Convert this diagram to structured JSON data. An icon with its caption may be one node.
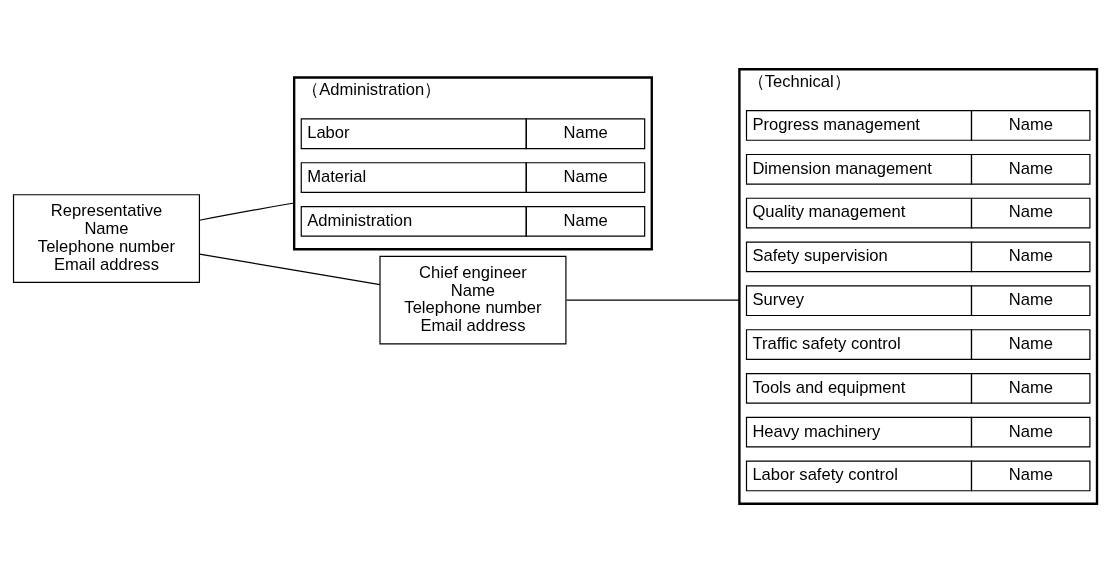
{
  "diagram": {
    "nodes": [
      {
        "text": [
          "Representative",
          "Name",
          "Telephone number",
          "Email address"
        ]
      },
      {
        "text": [
          "（Administration）"
        ]
      },
      {
        "text": [
          "Administration",
          "Name"
        ],
        "in": 1
      },
      {
        "text": [
          "Material",
          "Name"
        ],
        "in": 1
      },
      {
        "text": [
          "Labor",
          "Name"
        ],
        "in": 1
      },
      {
        "text": [
          "Chief engineer",
          "Name",
          "Telephone number",
          "Email address"
        ]
      },
      {
        "text": [
          "（Technical）"
        ]
      },
      {
        "text": [
          "Labor safety control",
          "Name"
        ],
        "in": 6
      },
      {
        "text": [
          "Heavy machinery",
          "Name"
        ],
        "in": 6
      },
      {
        "text": [
          "Tools and equipment",
          "Name"
        ],
        "in": 6
      },
      {
        "text": [
          "Traffic safety control",
          "Name"
        ],
        "in": 6
      },
      {
        "text": [
          "Survey",
          "Name"
        ],
        "in": 6
      },
      {
        "text": [
          "Safety supervision",
          "Name"
        ],
        "in": 6
      },
      {
        "text": [
          "Quality management",
          "Name"
        ],
        "in": 6
      },
      {
        "text": [
          "Dimension management",
          "Name"
        ],
        "in": 6
      },
      {
        "text": [
          "Progress management",
          "Name"
        ],
        "in": 6
      }
    ],
    "edges": [
      {
        "from": 0,
        "to": 1,
        "arrow": "none"
      },
      {
        "from": 0,
        "to": 5,
        "arrow": "none"
      },
      {
        "from": 5,
        "to": 6,
        "arrow": "none"
      }
    ]
  }
}
